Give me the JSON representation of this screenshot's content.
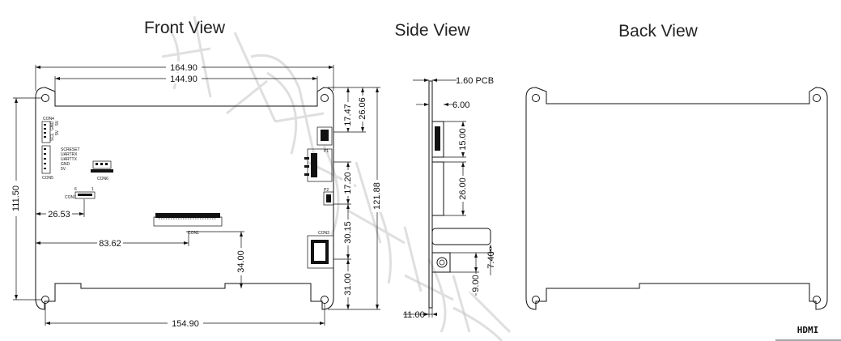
{
  "views": {
    "front": "Front View",
    "side": "Side View",
    "back": "Back View"
  },
  "front_dims": {
    "overall_width": "164.90",
    "inner_width": "144.90",
    "bottom_width": "154.90",
    "overall_height": "111.50",
    "conn_x": "26.53",
    "con_x": "83.62",
    "con_y": "34.00",
    "right_total": "121.88",
    "r_26_06": "26.06",
    "r_17_47": "17.47",
    "r_17_20": "17.20",
    "r_30_15": "30.15",
    "r_31_00": "31.00"
  },
  "side_dims": {
    "pcb": "1.60 PCB",
    "d6": "6.00",
    "d15": "15.00",
    "d26": "26.00",
    "d7_40": "7.40",
    "d9": "9.00",
    "d11": "11.00"
  },
  "pcb_labels": {
    "con4": "CON4",
    "con5": "CON5",
    "con6": "CON6",
    "con7": "CON7",
    "con3": "CON3",
    "con1": "CON1",
    "p1": "P1",
    "p2": "P2",
    "con4_pins": [
      "5V",
      "5V",
      "GND",
      "SCL"
    ],
    "con5_pins": [
      "SCRESET",
      "UARTRX",
      "UARTTX",
      "GND",
      "5V"
    ],
    "con7_pin_a": "6",
    "con7_pin_b": "1"
  },
  "footer": {
    "hdmi": "HDMI"
  }
}
